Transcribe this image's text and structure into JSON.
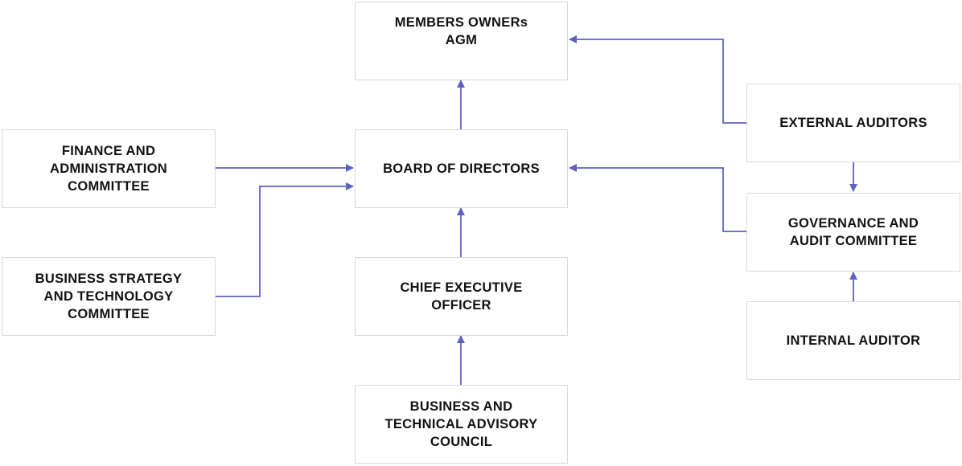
{
  "colors": {
    "edge": "#5b63c0",
    "node_border": "#d9d9d9",
    "text": "#111111"
  },
  "nodes": {
    "members": "MEMBERS OWNERs\nAGM",
    "board": "BOARD OF DIRECTORS",
    "ceo": "CHIEF EXECUTIVE\nOFFICER",
    "btac": "BUSINESS AND\nTECHNICAL ADVISORY\nCOUNCIL",
    "finance": "FINANCE AND\nADMINISTRATION\nCOMMITTEE",
    "bst": "BUSINESS STRATEGY\nAND TECHNOLOGY\nCOMMITTEE",
    "external": "EXTERNAL AUDITORS",
    "gac": "GOVERNANCE AND\nAUDIT COMMITTEE",
    "internal": "INTERNAL AUDITOR"
  },
  "edges": [
    {
      "from": "board",
      "to": "members"
    },
    {
      "from": "ceo",
      "to": "board"
    },
    {
      "from": "btac",
      "to": "ceo"
    },
    {
      "from": "finance",
      "to": "board"
    },
    {
      "from": "bst",
      "to": "board"
    },
    {
      "from": "external",
      "to": "members"
    },
    {
      "from": "external",
      "to": "gac"
    },
    {
      "from": "gac",
      "to": "board"
    },
    {
      "from": "internal",
      "to": "gac"
    }
  ]
}
